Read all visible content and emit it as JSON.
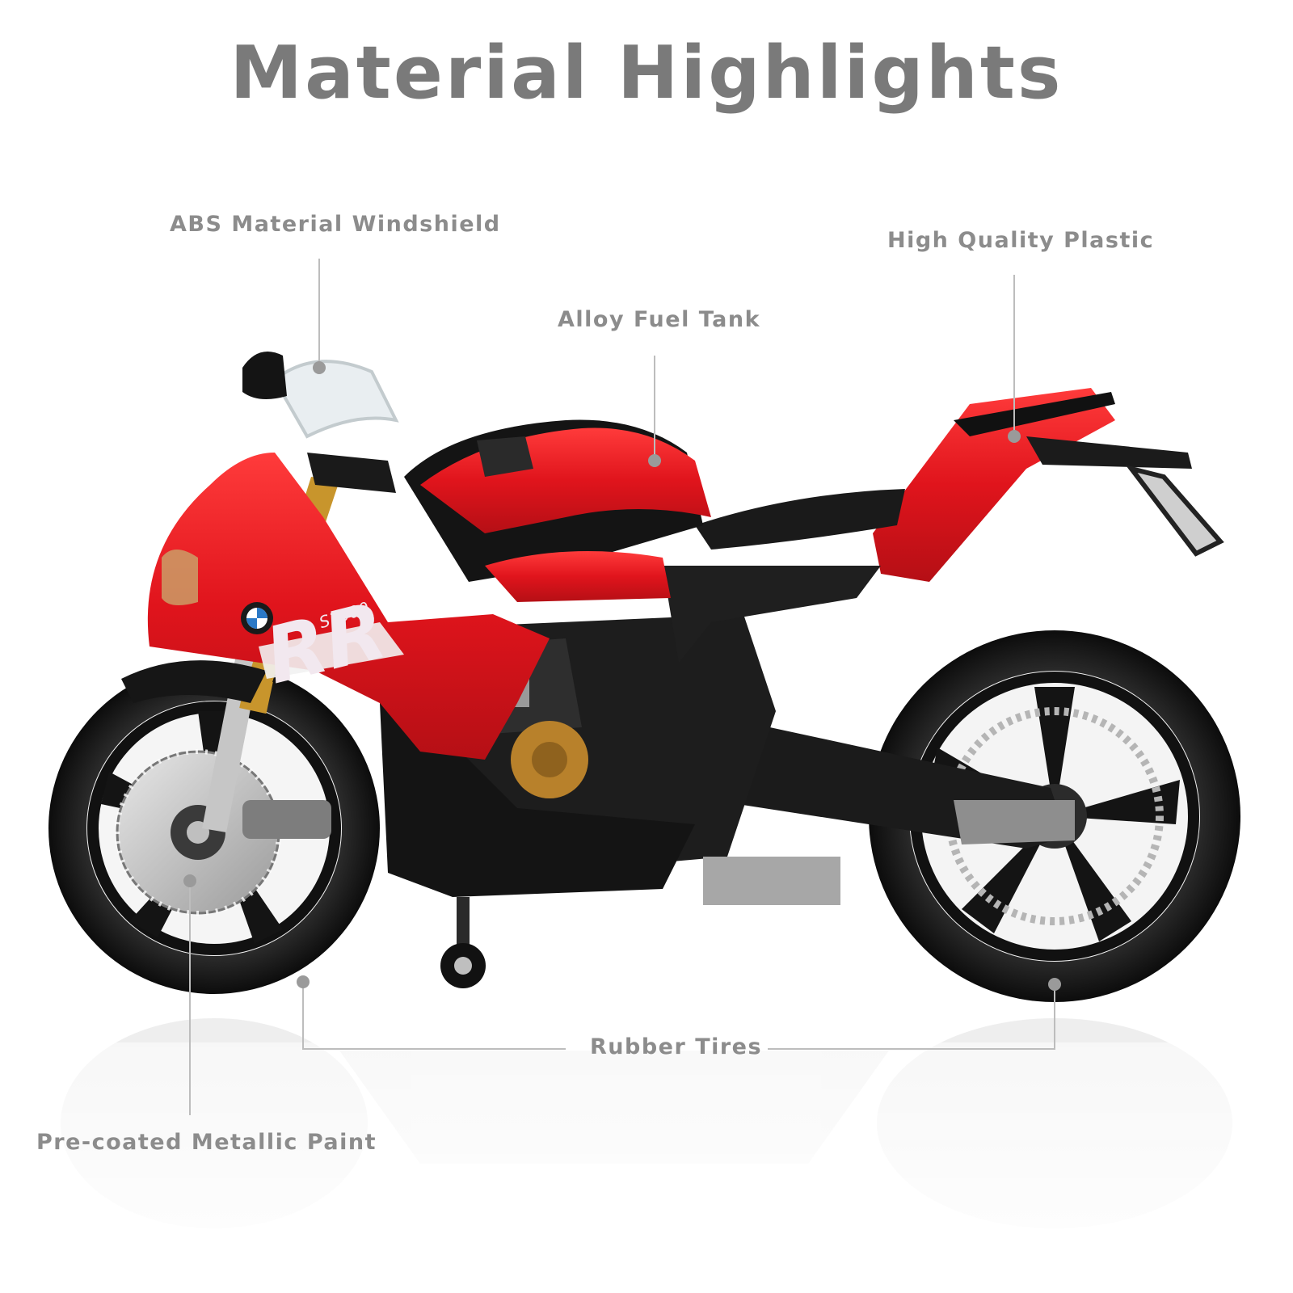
{
  "title": "Material Highlights",
  "callouts": {
    "windshield": "ABS Material Windshield",
    "plastic": "High Quality Plastic",
    "fuel_tank": "Alloy Fuel Tank",
    "tires": "Rubber Tires",
    "paint": "Pre-coated Metallic Paint"
  },
  "decals": {
    "model": "RR",
    "model_small": "S1000"
  },
  "colors": {
    "body_red": "#e0141c",
    "dark_red": "#a10d12",
    "black": "#151515",
    "chrome": "#c9c9c9",
    "gold": "#c8952c",
    "label_gray": "#8c8c8c"
  }
}
